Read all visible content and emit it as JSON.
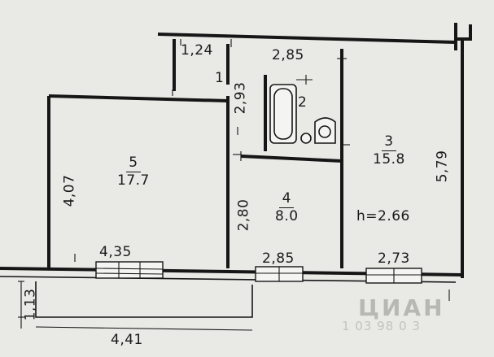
{
  "rooms": [
    {
      "number": "1",
      "area": ""
    },
    {
      "number": "2",
      "area": ""
    },
    {
      "number": "3",
      "area": "15.8",
      "height": "h=2.66"
    },
    {
      "number": "4",
      "area": "8.0"
    },
    {
      "number": "5",
      "area": "17.7"
    }
  ],
  "dimensions": {
    "top_124": "1,24",
    "top_285": "2,85",
    "vert_293": "2,93",
    "vert_407": "4,07",
    "vert_280": "2,80",
    "vert_579": "5,79",
    "bottom_435": "4,35",
    "bottom_285": "2,85",
    "bottom_273": "2,73",
    "balcony_113": "1,13",
    "balcony_441": "4,41"
  },
  "watermark": {
    "brand": "ЦИАН",
    "id": "1 03 98 0 3"
  }
}
